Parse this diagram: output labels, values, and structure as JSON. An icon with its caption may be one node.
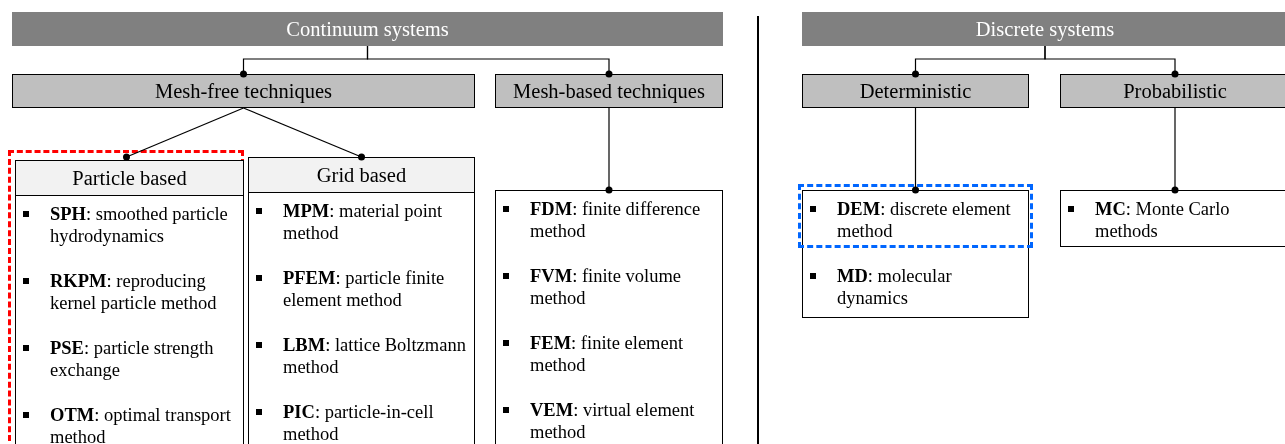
{
  "diagram": {
    "nodes": [
      {
        "text": [
          "Continuum systems"
        ]
      },
      {
        "text": [
          "Mesh-free techniques"
        ]
      },
      {
        "text": [
          "Mesh-based techniques"
        ]
      },
      {
        "text": [],
        "shape": "box"
      },
      {
        "text": [
          "Particle based",
          "**SPH**: smoothed particle hydrodynamics",
          "**RKPM**: reproducing kernel particle method",
          "**PSE**: particle strength exchange",
          "**OTM**: optimal transport method"
        ],
        "in": 3
      },
      {
        "text": [
          "Grid based",
          "**MPM**: material point method",
          "**PFEM**: particle finite element method",
          "**LBM**: lattice Boltzmann method",
          "**PIC**: particle-in-cell method"
        ]
      },
      {
        "text": [
          "**FDM**: finite difference method",
          "**FVM**: finite volume method",
          "**FEM**: finite element method",
          "**VEM**: virtual element method"
        ]
      },
      {
        "text": [
          "Discrete systems"
        ]
      },
      {
        "text": [
          "Deterministic"
        ]
      },
      {
        "text": [
          "Probabilistic"
        ]
      },
      {
        "text": [
          "**DEM**: discrete element method",
          "**MD**: molecular dynamics"
        ]
      },
      {
        "text": [
          "**MC**: Monte Carlo methods"
        ]
      }
    ],
    "edges": [
      {
        "from": 0,
        "to": 1,
        "arrow": "other"
      },
      {
        "from": 0,
        "to": 2,
        "arrow": "other"
      },
      {
        "from": 1,
        "to": 4,
        "arrow": "other"
      },
      {
        "from": 1,
        "to": 5,
        "arrow": "other"
      },
      {
        "from": 2,
        "to": 6,
        "arrow": "other"
      },
      {
        "from": 7,
        "to": 8,
        "arrow": "other"
      },
      {
        "from": 7,
        "to": 9,
        "arrow": "other"
      },
      {
        "from": 8,
        "to": 10,
        "arrow": "other"
      },
      {
        "from": 9,
        "to": 11,
        "arrow": "other"
      }
    ]
  }
}
